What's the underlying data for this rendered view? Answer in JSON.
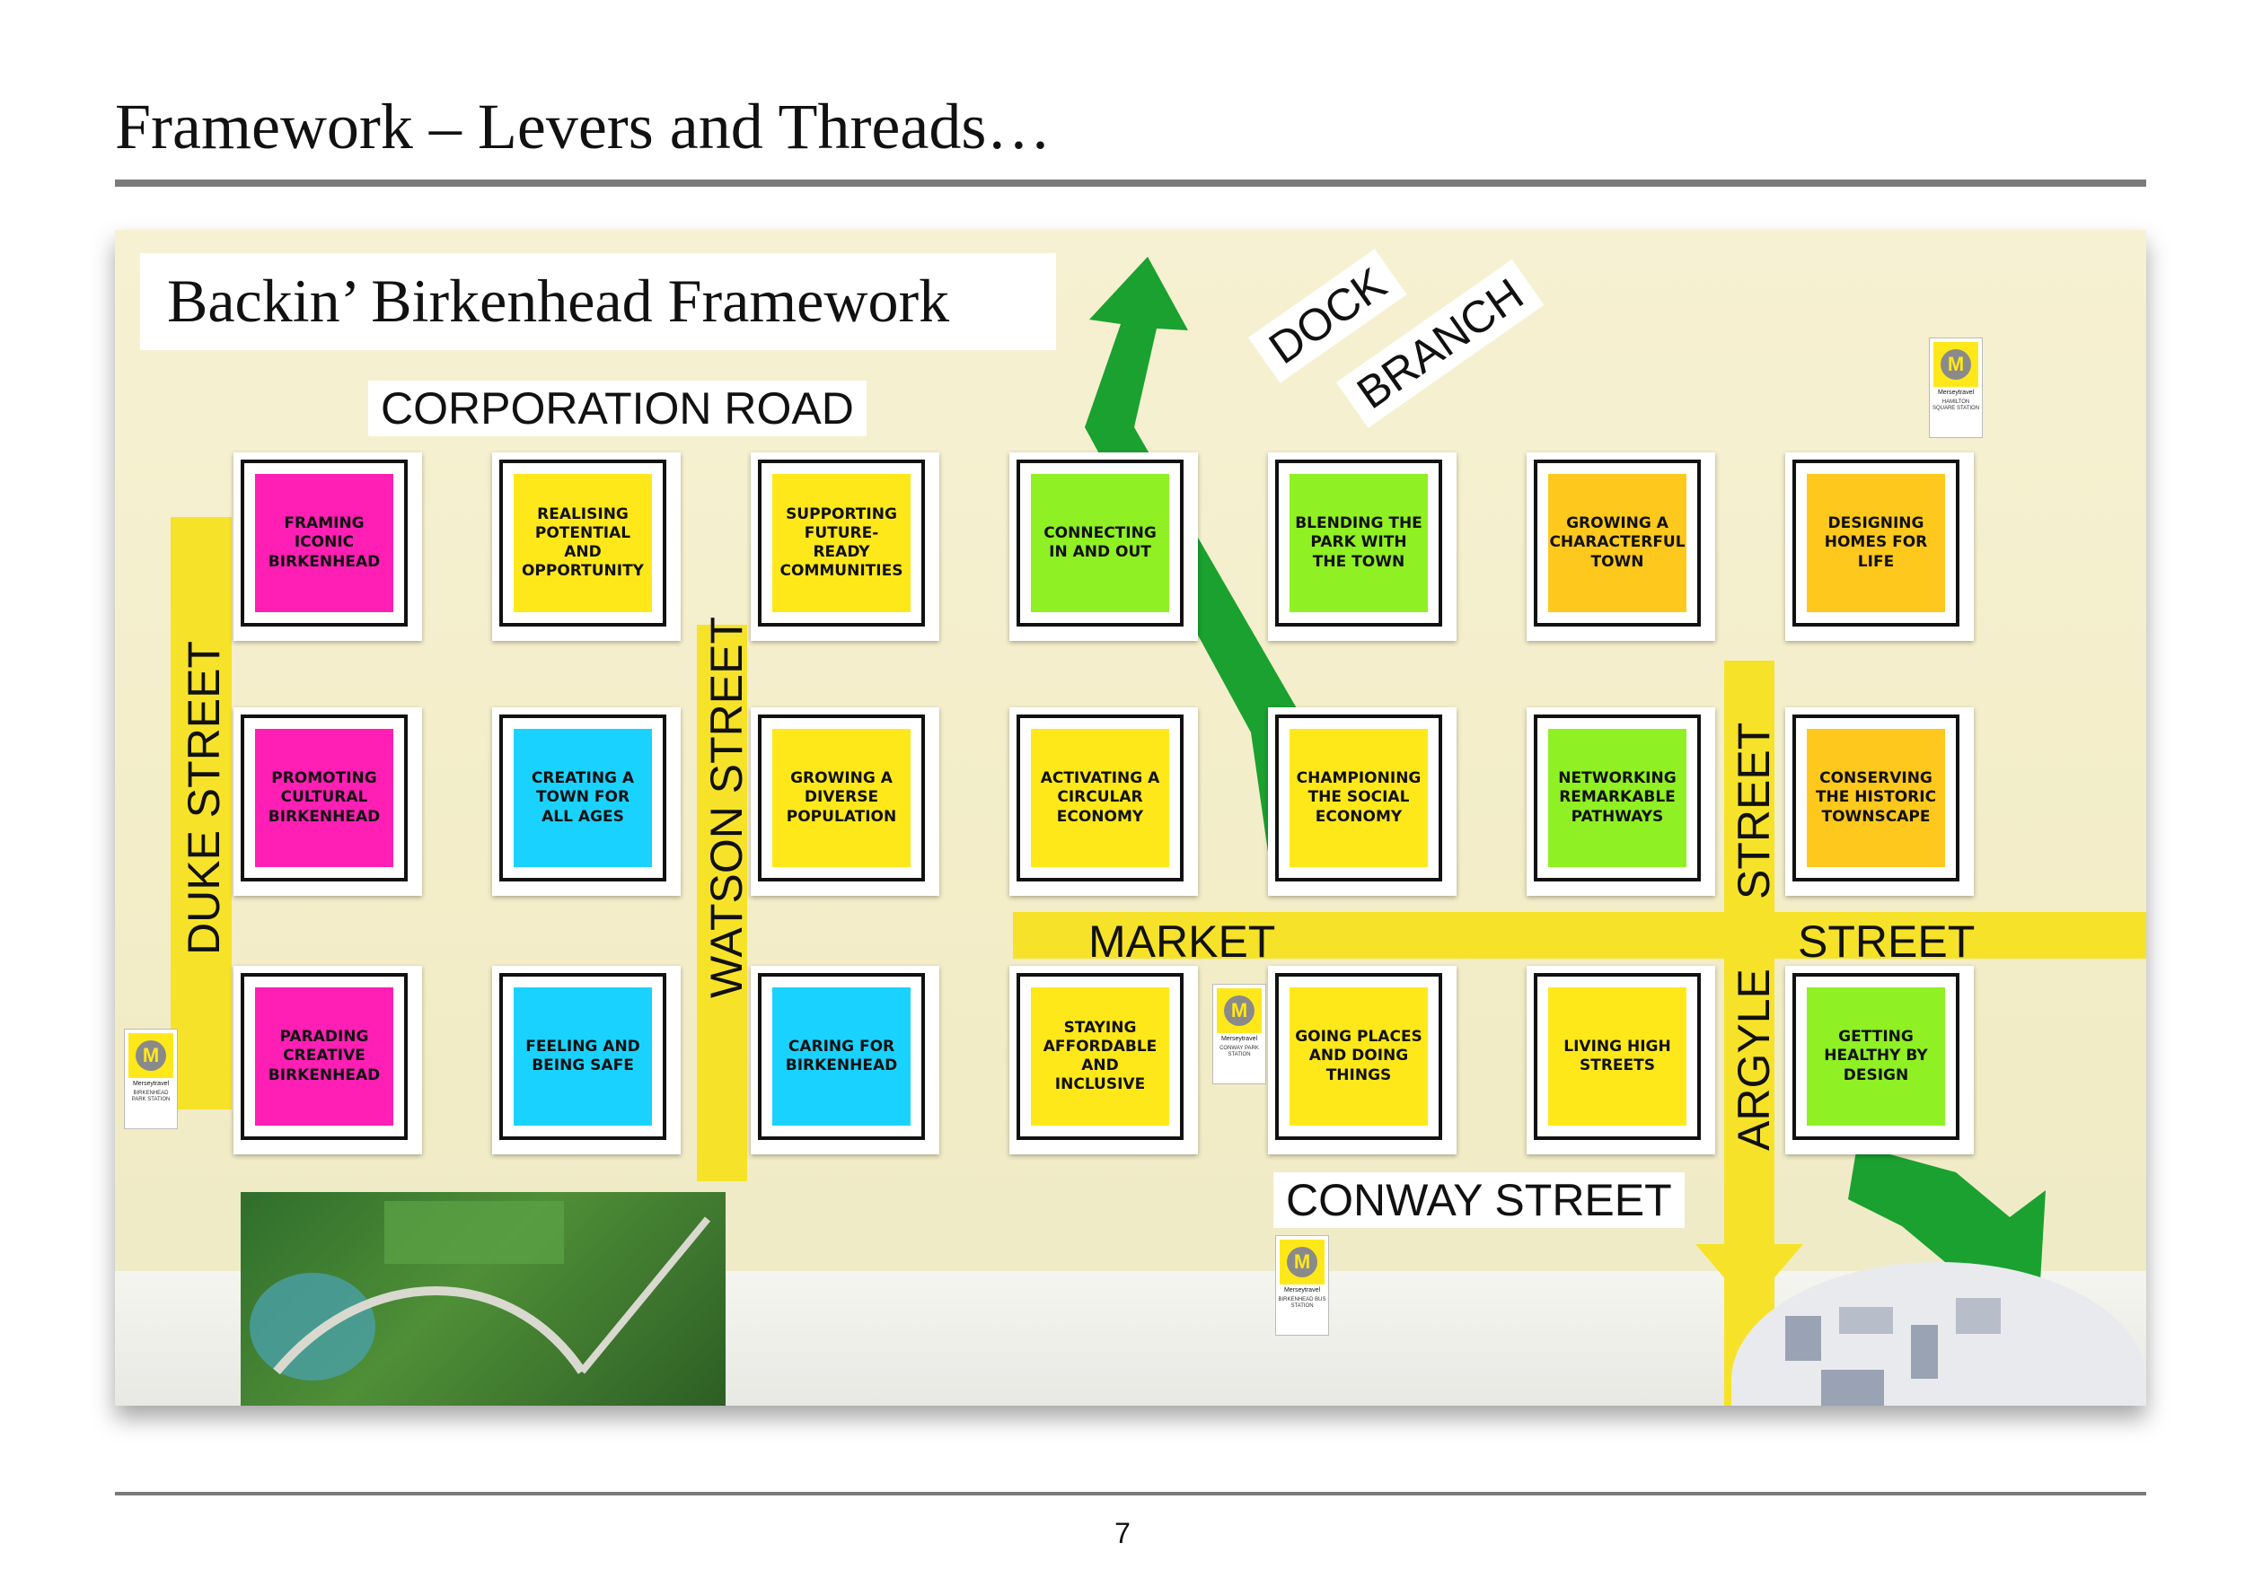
{
  "page": {
    "title": "Framework – Levers and Threads…",
    "page_number": "7"
  },
  "board": {
    "title": "Backin’ Birkenhead Framework",
    "streets": {
      "corporation": "CORPORATION ROAD",
      "duke": "DUKE STREET",
      "watson": "WATSON STREET",
      "dock": "DOCK",
      "branch": "BRANCH",
      "market": "MARKET",
      "street": "STREET",
      "argyle": "ARGYLE",
      "argyle_street": "STREET",
      "conway": "CONWAY STREET"
    },
    "colors": {
      "pink": "#ff1fb4",
      "yellow": "#ffe81a",
      "blue": "#1ad2ff",
      "green": "#8ff024",
      "orange": "#ffc81c",
      "road": "#f7e22a",
      "arrow": "#1aa130"
    },
    "panels": [
      {
        "text": "FRAMING ICONIC BIRKENHEAD",
        "color": "pink"
      },
      {
        "text": "REALISING POTENTIAL AND OPPORTUNITY",
        "color": "yellow"
      },
      {
        "text": "SUPPORTING FUTURE-READY COMMUNITIES",
        "color": "yellow"
      },
      {
        "text": "CONNECTING IN AND OUT",
        "color": "green"
      },
      {
        "text": "BLENDING THE PARK WITH THE TOWN",
        "color": "green"
      },
      {
        "text": "GROWING A CHARACTERFUL TOWN",
        "color": "orange"
      },
      {
        "text": "DESIGNING HOMES FOR LIFE",
        "color": "orange"
      },
      {
        "text": "PROMOTING CULTURAL BIRKENHEAD",
        "color": "pink"
      },
      {
        "text": "CREATING A TOWN FOR ALL AGES",
        "color": "blue"
      },
      {
        "text": "GROWING A DIVERSE POPULATION",
        "color": "yellow"
      },
      {
        "text": "ACTIVATING A CIRCULAR ECONOMY",
        "color": "yellow"
      },
      {
        "text": "CHAMPIONING THE SOCIAL ECONOMY",
        "color": "yellow"
      },
      {
        "text": "NETWORKING REMARKABLE PATHWAYS",
        "color": "green"
      },
      {
        "text": "CONSERVING THE HISTORIC TOWNSCAPE",
        "color": "orange"
      },
      {
        "text": "PARADING CREATIVE BIRKENHEAD",
        "color": "pink"
      },
      {
        "text": "FEELING AND BEING SAFE",
        "color": "blue"
      },
      {
        "text": "CARING FOR BIRKENHEAD",
        "color": "blue"
      },
      {
        "text": "STAYING AFFORDABLE AND INCLUSIVE",
        "color": "yellow"
      },
      {
        "text": "GOING PLACES AND DOING THINGS",
        "color": "yellow"
      },
      {
        "text": "LIVING HIGH STREETS",
        "color": "yellow"
      },
      {
        "text": "GETTING HEALTHY BY DESIGN",
        "color": "green"
      }
    ],
    "signs": [
      {
        "brand": "Merseytravel",
        "station": "HAMILTON SQUARE STATION",
        "badge": "M"
      },
      {
        "brand": "Merseytravel",
        "station": "BIRKENHEAD PARK STATION",
        "badge": "M"
      },
      {
        "brand": "Merseytravel",
        "station": "CONWAY PARK STATION",
        "badge": "M"
      },
      {
        "brand": "Merseytravel",
        "station": "BIRKENHEAD BUS STATION",
        "badge": "M"
      }
    ]
  }
}
